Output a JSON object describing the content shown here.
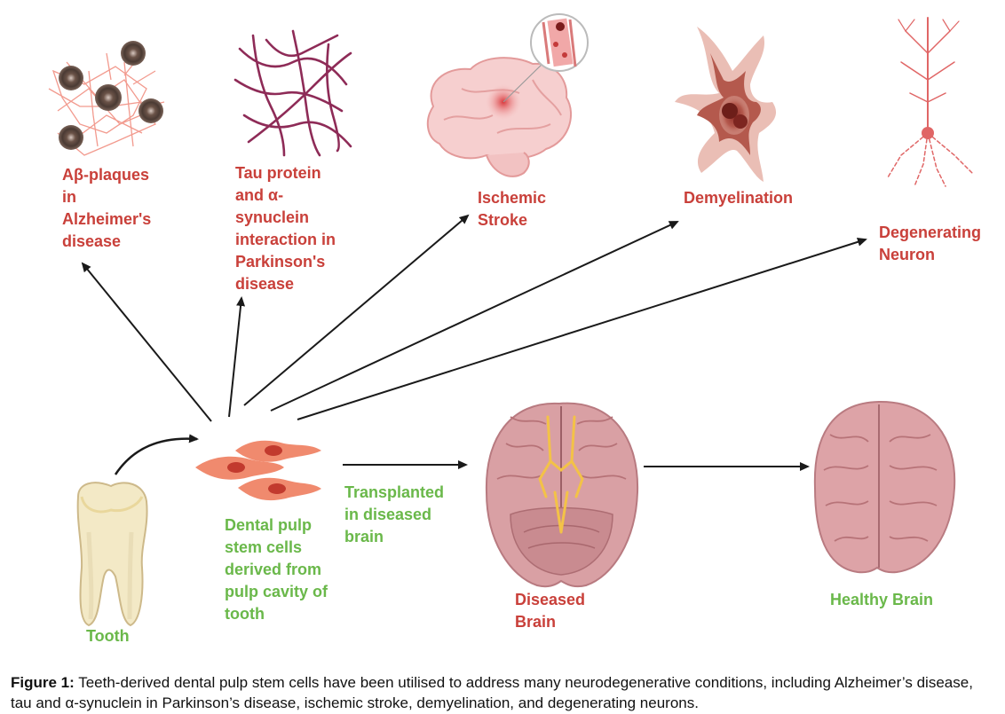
{
  "labels": {
    "alzheimers": "Aβ-plaques\nin\nAlzheimer's\ndisease",
    "parkinsons": "Tau protein\nand α-\nsynuclein\ninteraction in\nParkinson's\ndisease",
    "stroke": "Ischemic\nStroke",
    "demyelination": "Demyelination",
    "degenerating": "Degenerating\nNeuron",
    "tooth": "Tooth",
    "stem_cells": "Dental pulp\nstem cells\nderived from\npulp cavity of\ntooth",
    "transplanted": "Transplanted\nin diseased\nbrain",
    "diseased_brain": "Diseased\nBrain",
    "healthy_brain": "Healthy Brain"
  },
  "caption": {
    "prefix": "Figure 1:",
    "text": " Teeth-derived dental pulp stem cells have been utilised to address many neurodegenerative conditions, including Alzheimer’s disease, tau and α-synuclein in Parkinson’s disease, ischemic stroke, demyelination, and degenerating neurons."
  },
  "colors": {
    "disease_label": "#c9403a",
    "process_label": "#6ab84a",
    "arrow": "#1a1a1a"
  }
}
